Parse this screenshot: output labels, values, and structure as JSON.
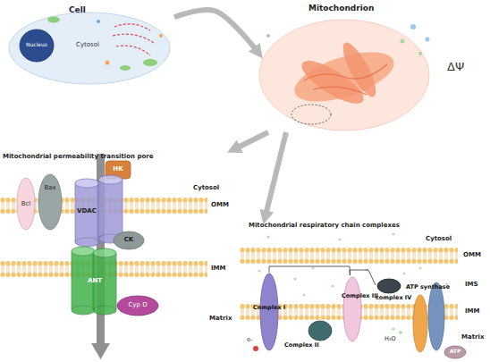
{
  "diagram": {
    "nodes": [
      {
        "text": [
          "Cell",
          "Cytosol"
        ]
      },
      {
        "text": [
          "Nucleus"
        ],
        "in": 0
      },
      {
        "text": [
          "Mitochondrion"
        ]
      },
      {
        "text": [
          "Mitochondrial permeability transition pore"
        ]
      },
      {
        "text": [
          "Bcl"
        ],
        "in": 3
      },
      {
        "text": [
          "Bax"
        ],
        "in": 3
      },
      {
        "text": [
          "HK"
        ],
        "in": 3
      },
      {
        "text": [
          "VDAC"
        ],
        "in": 3
      },
      {
        "text": [
          "CK"
        ],
        "in": 3
      },
      {
        "text": [
          "ANT"
        ],
        "in": 3
      },
      {
        "text": [
          "Cyp D"
        ],
        "in": 3
      },
      {
        "text": [
          "Mitochondrial respiratory chain complexes"
        ]
      },
      {
        "text": [
          "Complex I"
        ],
        "in": 11
      },
      {
        "text": [
          "Complex II"
        ],
        "in": 11
      },
      {
        "text": [
          "Complex III"
        ],
        "in": 11
      },
      {
        "text": [
          "complex IV"
        ],
        "in": 11
      },
      {
        "text": [
          "ATP synthase"
        ],
        "in": 11
      },
      {
        "text": [
          "ATP"
        ],
        "in": 11
      }
    ],
    "edges": [
      {
        "from": 0,
        "to": 2,
        "arrow": "to"
      },
      {
        "from": 2,
        "to": 3,
        "arrow": "to"
      },
      {
        "from": 2,
        "to": 11,
        "arrow": "to"
      },
      {
        "from": 12,
        "to": 14,
        "arrow": "none"
      },
      {
        "from": 14,
        "to": 15,
        "arrow": "none"
      }
    ],
    "labels": [
      "ΔΨ",
      "Cytosol",
      "OMM",
      "IMM",
      "Matrix",
      "Cytosol",
      "OMM",
      "IMS",
      "IMM",
      "Matrix",
      "e-",
      "H₂O"
    ]
  }
}
